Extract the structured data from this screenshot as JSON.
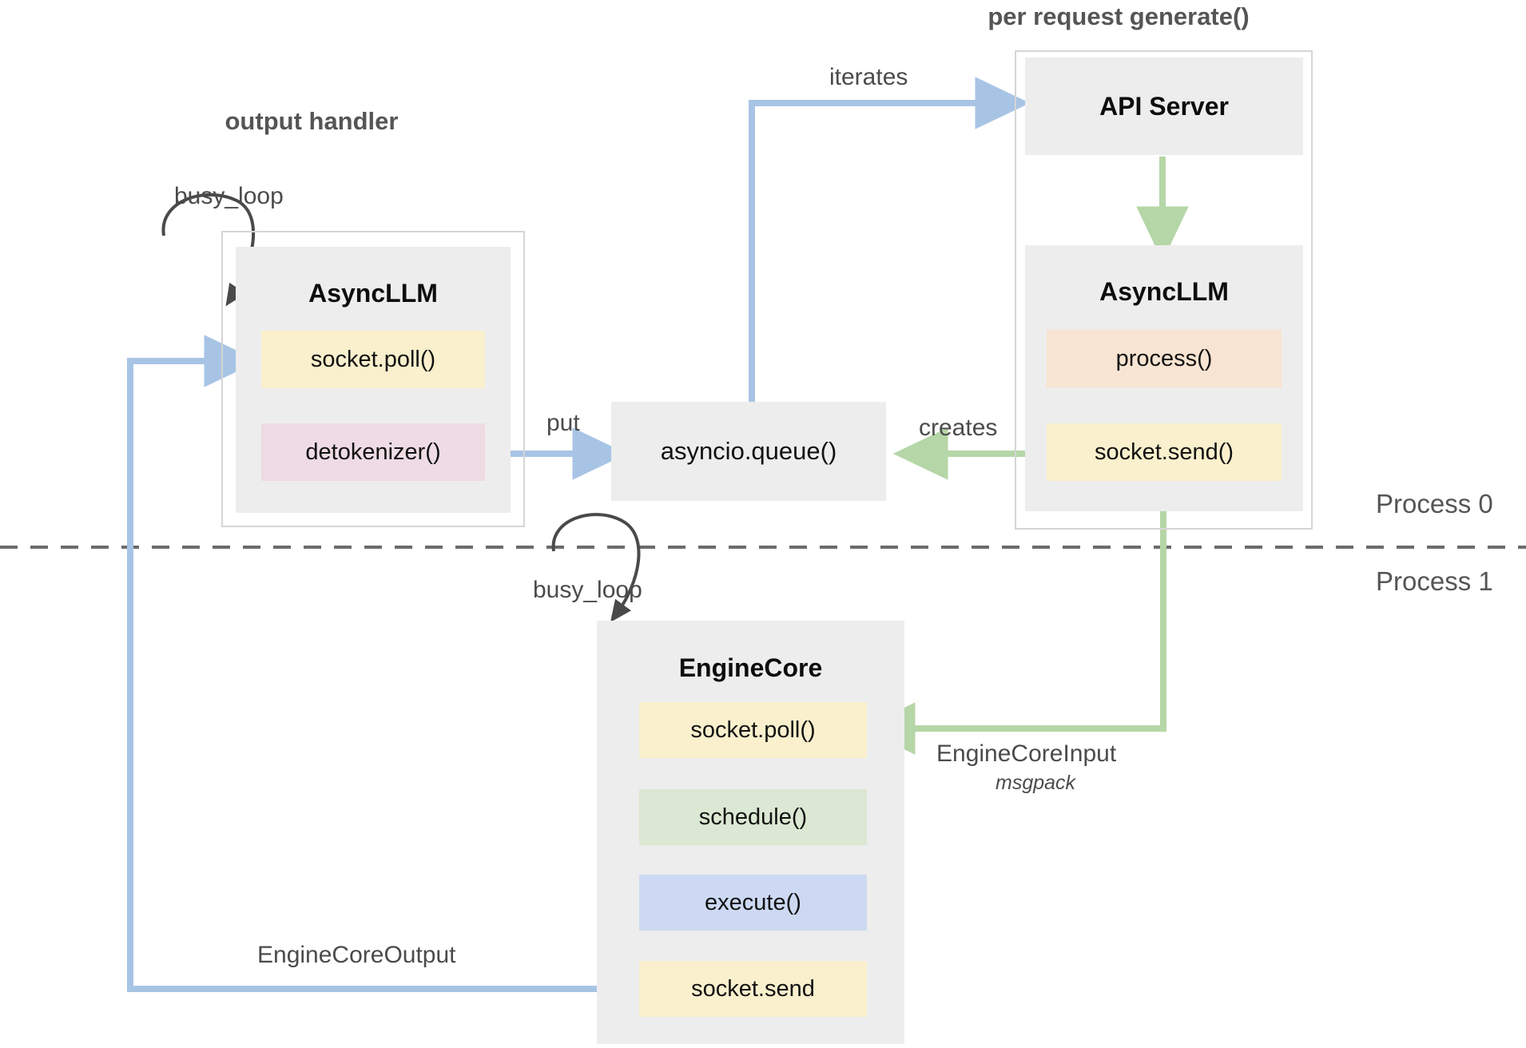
{
  "diagram": {
    "title_groups": {
      "output_handler": "output handler",
      "per_request": "per request generate()"
    },
    "process_labels": {
      "top": "Process 0",
      "bottom": "Process 1"
    },
    "nodes": {
      "async_llm_left": {
        "title": "AsyncLLM",
        "items": [
          {
            "label": "socket.poll()",
            "color": "#faf0cd"
          },
          {
            "label": "detokenizer()",
            "color": "#eedbe4"
          }
        ]
      },
      "api_server": {
        "title": "API Server"
      },
      "async_llm_right": {
        "title": "AsyncLLM",
        "items": [
          {
            "label": "process()",
            "color": "#f8e4d2"
          },
          {
            "label": "socket.send()",
            "color": "#faf0cd"
          }
        ]
      },
      "asyncio_queue": {
        "title": "asyncio.queue()"
      },
      "engine_core": {
        "title": "EngineCore",
        "items": [
          {
            "label": "socket.poll()",
            "color": "#faf0cd"
          },
          {
            "label": "schedule()",
            "color": "#dbe8d3"
          },
          {
            "label": "execute()",
            "color": "#cdd9f2"
          },
          {
            "label": "socket.send",
            "color": "#faf0cd"
          }
        ]
      }
    },
    "edges": {
      "busy_loop_left": "busy_loop",
      "busy_loop_engine": "busy_loop",
      "iterates": "iterates",
      "put": "put",
      "creates": "creates",
      "engine_core_input": "EngineCoreInput",
      "engine_core_input_sub": "msgpack",
      "engine_core_output": "EngineCoreOutput"
    },
    "colors": {
      "blue_arrow": "#a8c4e5",
      "green_arrow": "#b5d6a7",
      "dark_arrow": "#4a4a4a",
      "node_bg": "#ededed",
      "frame_border": "#d5d5d5",
      "divider": "#6b6b6b"
    }
  }
}
